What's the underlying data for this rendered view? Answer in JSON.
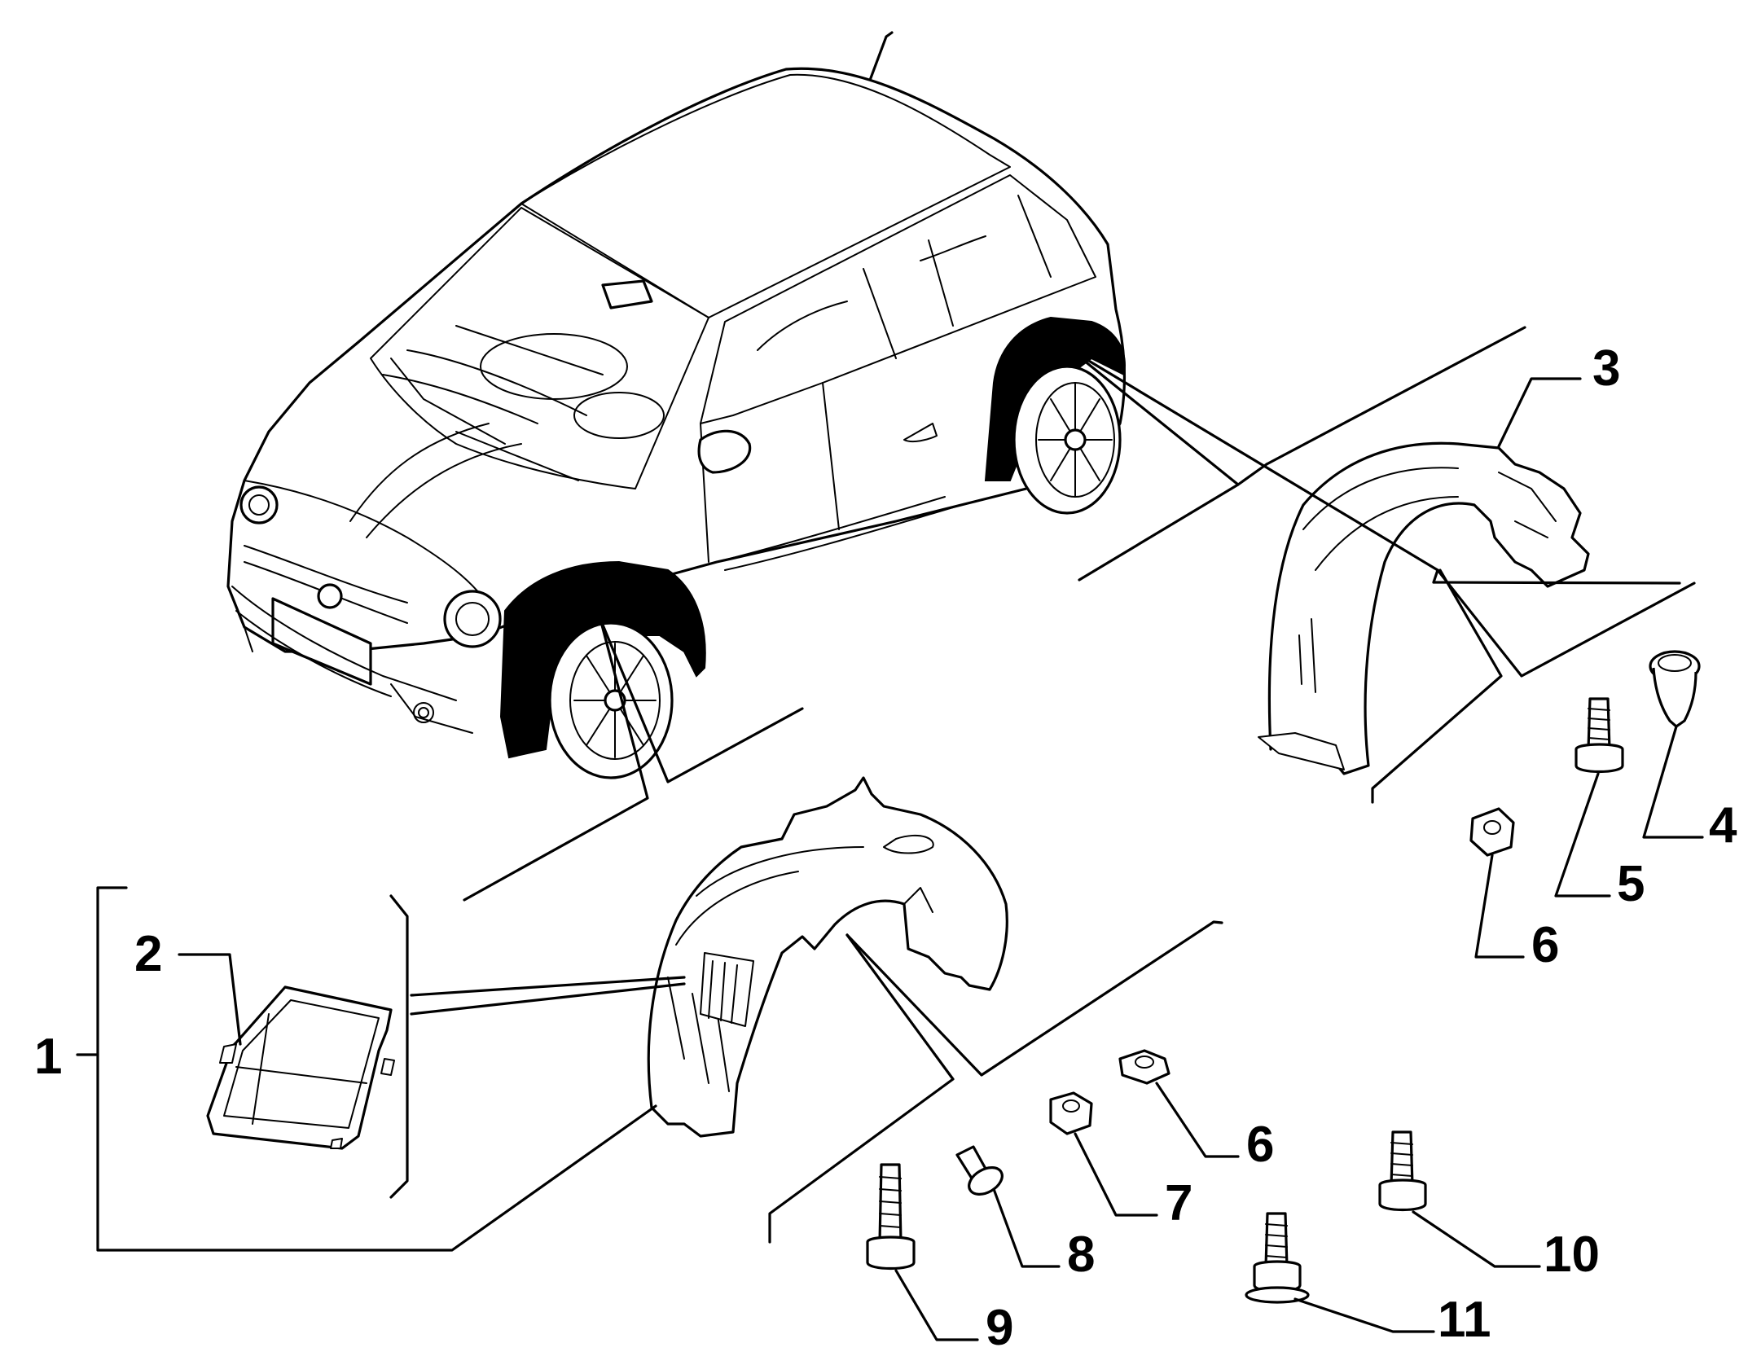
{
  "colors": {
    "ink": "#000000",
    "paper": "#ffffff"
  },
  "callouts": [
    {
      "id": "1",
      "label": "1"
    },
    {
      "id": "2",
      "label": "2"
    },
    {
      "id": "3",
      "label": "3"
    },
    {
      "id": "4",
      "label": "4"
    },
    {
      "id": "5",
      "label": "5"
    },
    {
      "id": "6a",
      "label": "6"
    },
    {
      "id": "6b",
      "label": "6"
    },
    {
      "id": "7",
      "label": "7"
    },
    {
      "id": "8",
      "label": "8"
    },
    {
      "id": "9",
      "label": "9"
    },
    {
      "id": "10",
      "label": "10"
    },
    {
      "id": "11",
      "label": "11"
    }
  ]
}
